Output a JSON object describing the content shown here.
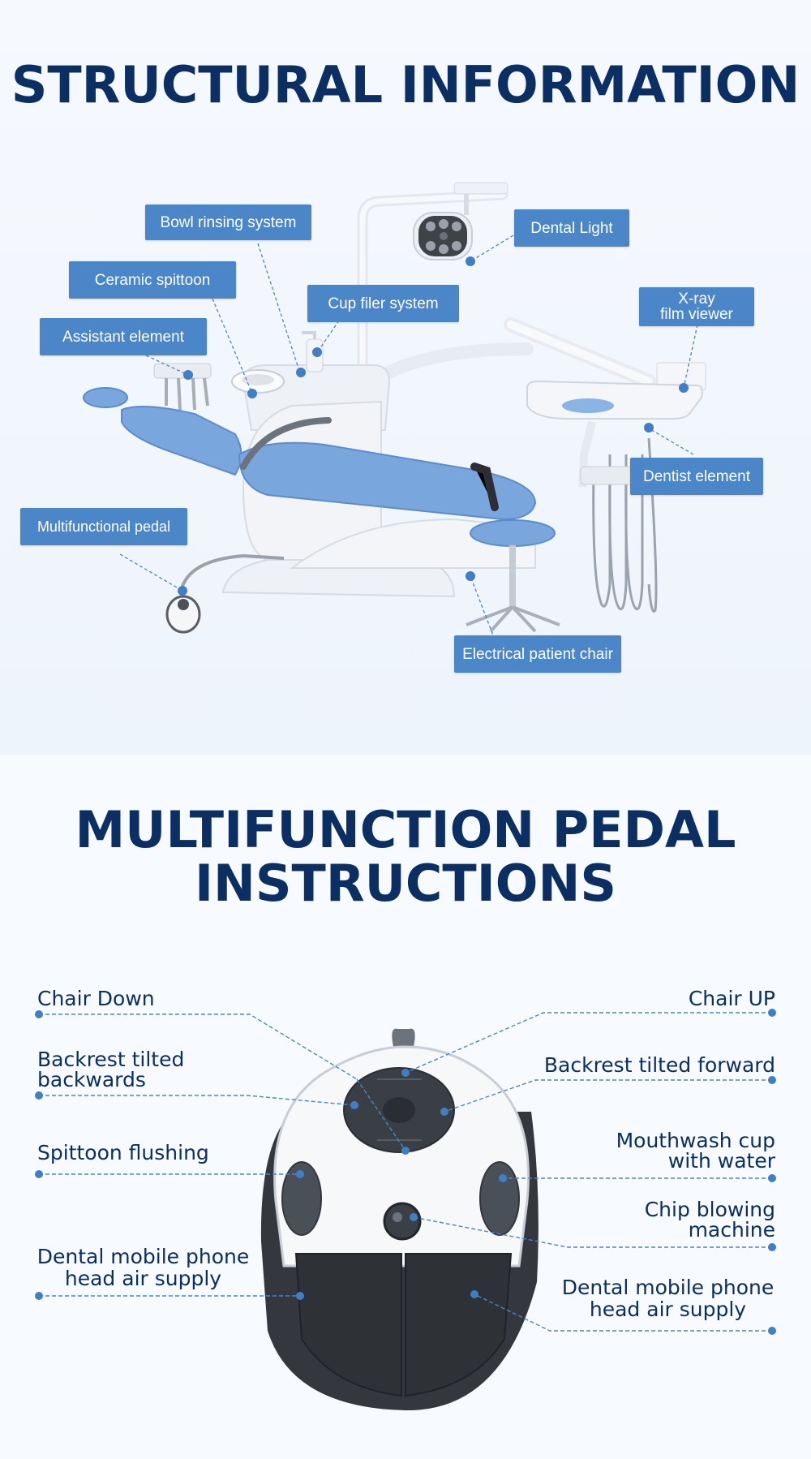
{
  "structural": {
    "title": "STRUCTURAL INFORMATION",
    "labels": {
      "bowl_rinsing": "Bowl rinsing system",
      "dental_light": "Dental Light",
      "ceramic_spittoon": "Ceramic spittoon",
      "cup_filer": "Cup filer system",
      "xray_line1": "X-ray",
      "xray_line2": "film viewer",
      "assistant_element": "Assistant element",
      "dentist_element": "Dentist element",
      "multifunctional_pedal": "Multifunctional pedal",
      "electrical_chair": "Electrical patient chair"
    }
  },
  "pedal": {
    "title_line1": "MULTIFUNCTION PEDAL",
    "title_line2": "INSTRUCTIONS",
    "labels": {
      "chair_down": "Chair Down",
      "chair_up": "Chair UP",
      "backrest_back_1": "Backrest tilted",
      "backrest_back_2": "backwards",
      "backrest_forward": "Backrest tilted forward",
      "spittoon_flushing": "Spittoon flushing",
      "mouthwash_1": "Mouthwash cup",
      "mouthwash_2": "with water",
      "chip_1": "Chip blowing",
      "chip_2": "machine",
      "handpiece_left_1": "Dental mobile phone",
      "handpiece_left_2": "head air supply",
      "handpiece_right_1": "Dental mobile phone",
      "handpiece_right_2": "head air supply"
    }
  },
  "colors": {
    "navy": "#0b2e63",
    "label_blue": "#4a86c8",
    "dot_blue": "#3f7fc6",
    "chair_blue": "#7aa6de"
  }
}
